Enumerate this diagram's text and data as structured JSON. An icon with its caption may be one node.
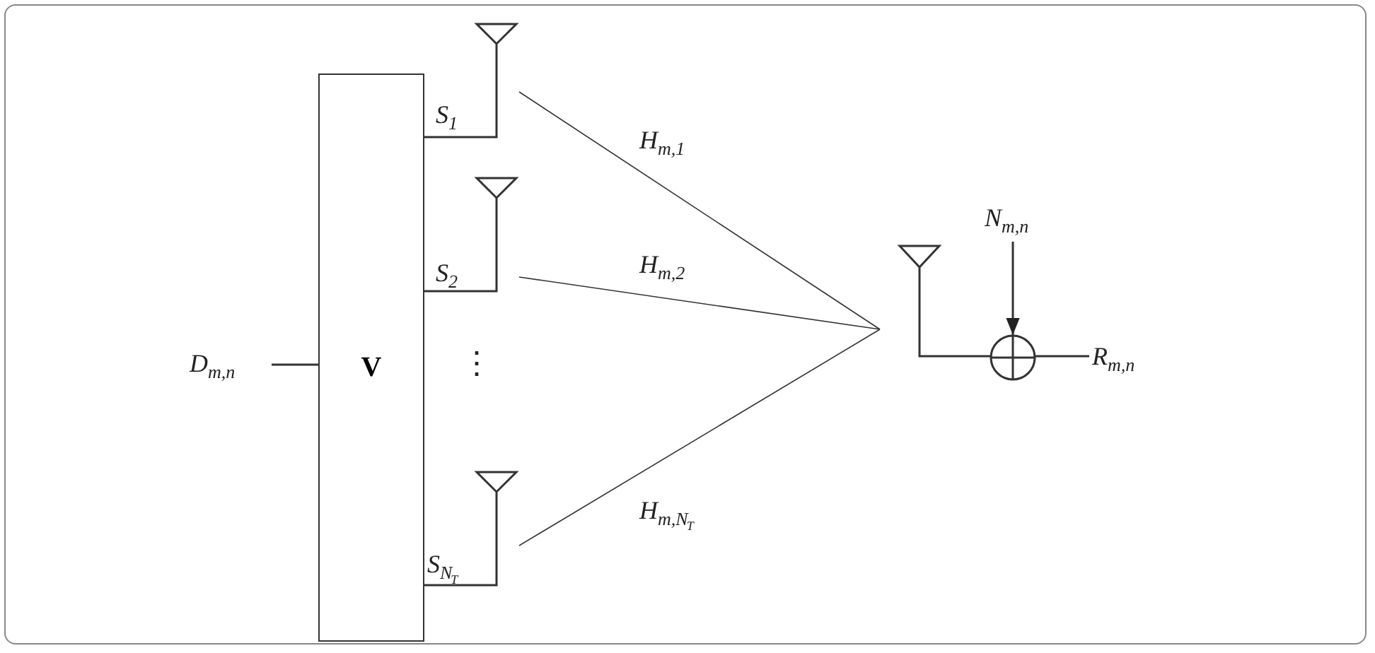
{
  "diagram": {
    "nodes": [
      {
        "text": [
          "D$_{m,n}$"
        ]
      },
      {
        "text": [
          "V"
        ]
      },
      {
        "text": [],
        "shape": "antenna"
      },
      {
        "text": [],
        "shape": "antenna"
      },
      {
        "text": [],
        "shape": "antenna"
      },
      {
        "text": [],
        "shape": "antenna"
      },
      {
        "text": [],
        "shape": "circle"
      },
      {
        "text": [
          "N$_{m,n}$"
        ]
      },
      {
        "text": [
          "R$_{m,n}$"
        ]
      }
    ],
    "edges": [
      {
        "from": 0,
        "to": 1,
        "arrow": "none"
      },
      {
        "from": 1,
        "to": 2,
        "arrow": "none",
        "label": "S$_{1}$"
      },
      {
        "from": 1,
        "to": 3,
        "arrow": "none",
        "label": "S$_{2}$"
      },
      {
        "from": 1,
        "to": 4,
        "arrow": "none",
        "label": "S$_{N}$$_{T}$"
      },
      {
        "from": 2,
        "to": 5,
        "arrow": "none",
        "label": "H$_{m,1}$"
      },
      {
        "from": 3,
        "to": 5,
        "arrow": "none",
        "label": "H$_{m,2}$"
      },
      {
        "from": 4,
        "to": 5,
        "arrow": "none",
        "label": "H$_{m,N}$$_{T}$"
      },
      {
        "from": 5,
        "to": 6,
        "arrow": "none"
      },
      {
        "from": 7,
        "to": 6,
        "arrow": "to"
      },
      {
        "from": 6,
        "to": 8,
        "arrow": "none"
      }
    ],
    "labels": [
      "⋮"
    ]
  }
}
